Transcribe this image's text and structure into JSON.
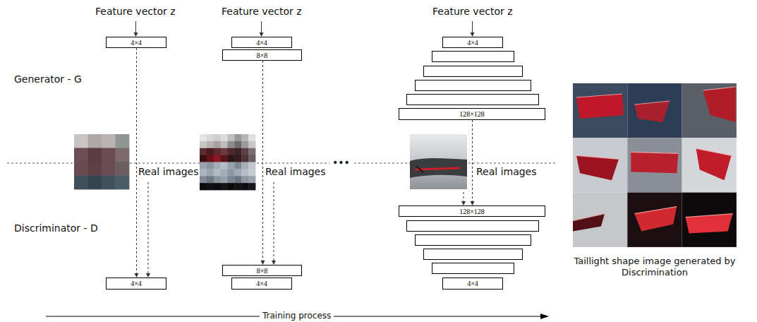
{
  "diagram": {
    "nodes": [
      {
        "text": [
          "4×4"
        ]
      },
      {
        "text": [
          "4×4"
        ]
      },
      {
        "text": [
          "8×8"
        ]
      },
      {
        "text": [
          "4×4"
        ]
      },
      {
        "text": [
          "128×128"
        ]
      },
      {
        "text": [
          "4×4"
        ]
      },
      {
        "text": [
          "8×8"
        ]
      },
      {
        "text": [
          "4×4"
        ]
      },
      {
        "text": [
          "128×128"
        ]
      },
      {
        "text": [
          "4×4"
        ]
      }
    ],
    "edges": [
      {
        "from": 0,
        "to": 5,
        "arrow": "to"
      },
      {
        "from": 2,
        "to": 6,
        "arrow": "to"
      },
      {
        "from": 4,
        "to": 8,
        "arrow": "to"
      }
    ],
    "labels": [
      "Feature vector z",
      "Feature vector z",
      "Feature vector z",
      "Generator - G",
      "Discriminator - D",
      "Real images",
      "Real images",
      "Real images",
      "•••",
      "Taillight shape image generated by Discrimination",
      "Training process"
    ]
  }
}
